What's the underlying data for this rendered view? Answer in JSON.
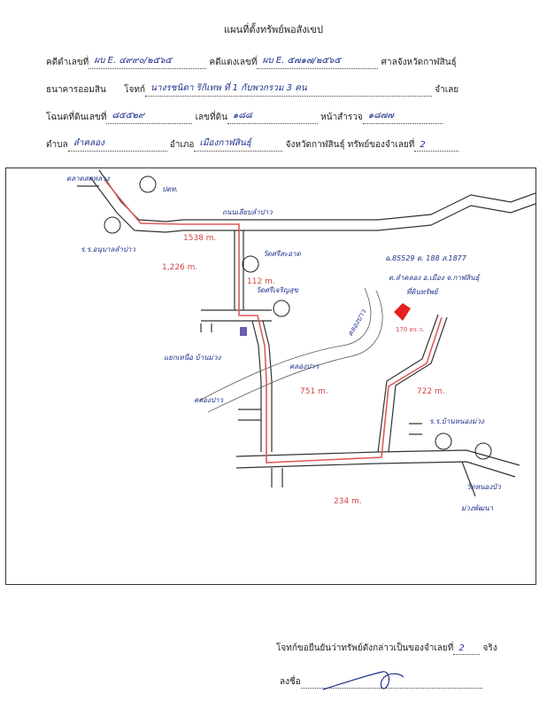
{
  "header": {
    "title": "แผนที่ตั้งทรัพย์พอสังเขป"
  },
  "form": {
    "case_black_label": "คดีดำเลขที่",
    "case_black_value": "ผบ E. ๔๙๙๐/๒๕๖๕",
    "case_red_label": "คดีแดงเลขที่",
    "case_red_value": "ผบ E. ๕๗๑๗/๒๕๖๕",
    "court_label": "ศาลจังหวัดกาฬสินธุ์",
    "plaintiff_label": "ธนาคารออมสิน",
    "defendant_label": "โจทก์",
    "defendant_value": "นางรชนิดา ริกิเทพ ที่ 1 กับพวกรวม 3 คน",
    "defendant_suffix": "จำเลย",
    "deed_label": "โฉนดที่ดินเลขที่",
    "deed_value": "๘๕๕๒๙",
    "parcel_label": "เลขที่ดิน",
    "parcel_value": "๑๘๘",
    "survey_label": "หน้าสำรวจ",
    "survey_value": "๑๘๗๗",
    "tambon_label": "ตำบล",
    "tambon_value": "ลำคลอง",
    "amphoe_label": "อำเภอ",
    "amphoe_value": "เมืองกาฬสินธุ์",
    "province_label": "จังหวัดกาฬสินธุ์ ทรัพย์ของจำเลยที่",
    "asset_no": "2"
  },
  "map": {
    "labels": {
      "market": "ตลาดสดหลวง",
      "pump": "ปตท.",
      "canal_road": "ถนนเลียบลำปาว",
      "school1": "ร.ร.อนุบาลลำปาว",
      "school2": "ร.ร.บ้านหนองม่วง",
      "temple": "วัดศรีสะอาด",
      "village": "วัดศรีเจริญสุข",
      "intersection": "แยกเหนือ บ้านม่วง",
      "canal1": "คลองปาว",
      "canal2": "คลองปาว",
      "canal3": "คลองปาว",
      "deed_note_1": "ฉ.85529 ด. 188 ส.1877",
      "deed_note_2": "ต.ลำคลอง อ.เมือง จ.กาฬสินธุ์",
      "subject": "ที่ดินทรัพย์",
      "plot_size": "170 ตร.ว.",
      "temple2": "วัดหนองบัว",
      "temple2b": "ม่วงพัฒนา"
    },
    "distances": {
      "d1": "1538 m.",
      "d2": "1,226 m.",
      "d3": "112 m.",
      "d4": "751 m.",
      "d5": "722 m.",
      "d6": "234 m."
    }
  },
  "footer": {
    "certify_text": "โจทก์ขอยืนยันว่าทรัพย์ดังกล่าวเป็นของจำเลยที่",
    "certify_no": "2",
    "certify_end": "จริง",
    "sign_label": "ลงชื่อ"
  }
}
